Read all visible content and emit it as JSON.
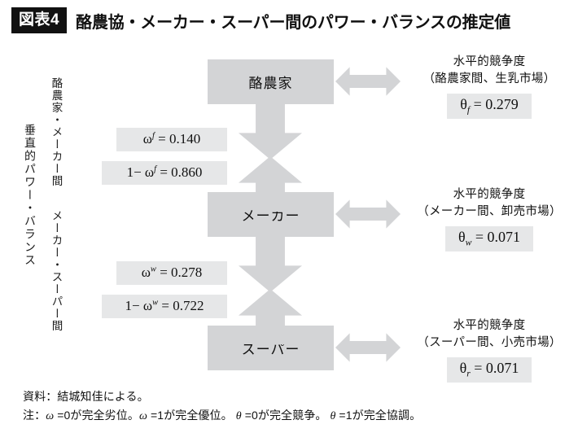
{
  "title": {
    "badge": "図表4",
    "text": "酪農協・メーカー・スーパー間のパワー・バランスの推定値"
  },
  "vertical_labels": {
    "outer": "垂直的パワー・バランス",
    "farmer_maker": "酪農家・メーカー間",
    "maker_super": "メーカー・スーパー間"
  },
  "nodes": [
    {
      "id": "farmer",
      "label": "酪農家"
    },
    {
      "id": "maker",
      "label": "メーカー"
    },
    {
      "id": "super",
      "label": "スーパー"
    }
  ],
  "vertical_power": [
    {
      "label_html": "ω<sup>f</sup> = 0.140",
      "symbol": "ω^f",
      "value": 0.14
    },
    {
      "label_html": "1− ω<sup>f</sup> = 0.860",
      "symbol": "1-ω^f",
      "value": 0.86
    },
    {
      "label_html": "ω<sup>w</sup> = 0.278",
      "symbol": "ω^w",
      "value": 0.278
    },
    {
      "label_html": "1− ω<sup>w</sup> = 0.722",
      "symbol": "1-ω^w",
      "value": 0.722
    }
  ],
  "horizontal_competition": [
    {
      "heading": "水平的競争度",
      "subheading": "（酪農家間、生乳市場）",
      "value_html": "θ<sub>f</sub> = 0.279",
      "symbol": "θ_f",
      "value": 0.279
    },
    {
      "heading": "水平的競争度",
      "subheading": "（メーカー間、卸売市場）",
      "value_html": "θ<sub>w</sub> = 0.071",
      "symbol": "θ_w",
      "value": 0.071
    },
    {
      "heading": "水平的競争度",
      "subheading": "（スーパー間、小売市場）",
      "value_html": "θ<sub>r</sub> = 0.071",
      "symbol": "θ_r",
      "value": 0.071
    }
  ],
  "footnotes": {
    "source_html": "資料：結城知佳による。",
    "note_html": "注：<i>ω</i> =0が完全劣位。<i>ω</i> =1が完全優位。 <i>θ</i> =0が完全競争。 <i>θ</i> =1が完全協調。"
  },
  "colors": {
    "node_fill": "#d3d4d6",
    "chip_fill": "#e6e7e8",
    "badge_bg": "#111111",
    "text": "#111111"
  }
}
